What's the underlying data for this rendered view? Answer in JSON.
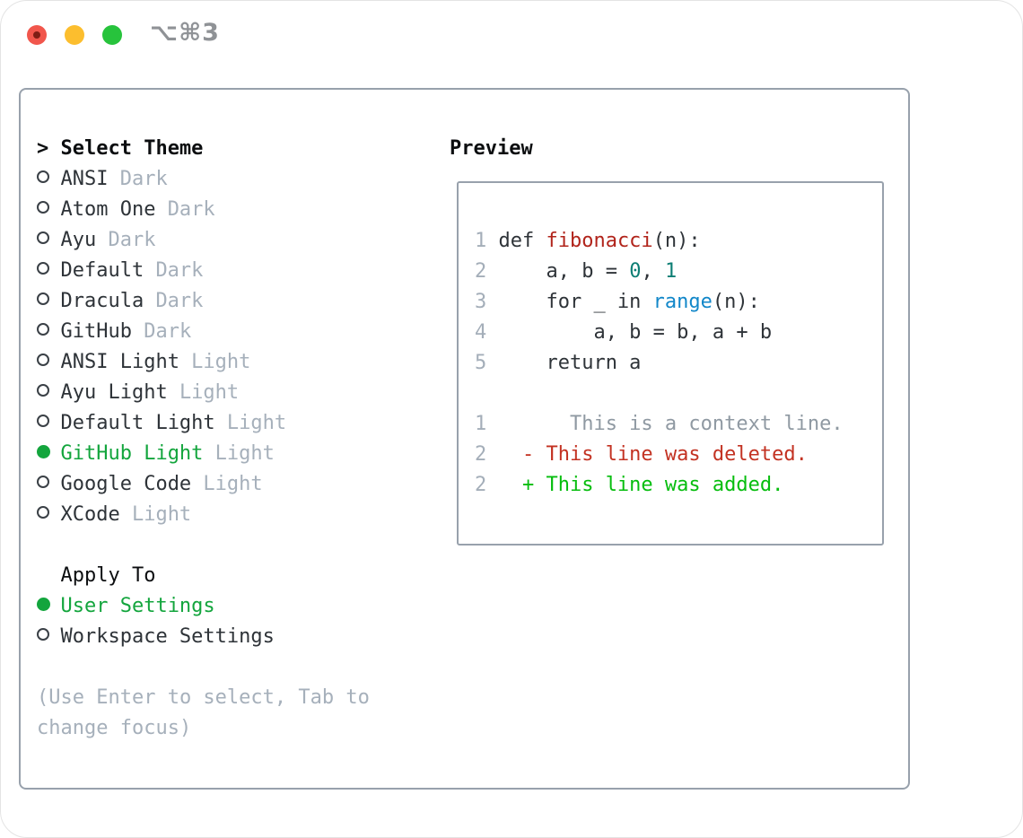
{
  "window": {
    "title": "⌥⌘3",
    "traffic_lights": [
      "close",
      "minimize",
      "zoom"
    ]
  },
  "colors": {
    "accent_green": "#13a53d",
    "added_green": "#06bd0e",
    "deleted_red": "#c33222",
    "function_red": "#b1241b",
    "number_teal": "#0d7e74",
    "builtin_blue": "#1287c9",
    "muted_gray": "#a6b0bb",
    "border_gray": "#98a1ac",
    "text_dark": "#2e3338"
  },
  "theme_panel": {
    "header_marker": ">",
    "header": "Select Theme",
    "items": [
      {
        "name": "ANSI",
        "variant": "Dark",
        "selected": false
      },
      {
        "name": "Atom One",
        "variant": "Dark",
        "selected": false
      },
      {
        "name": "Ayu",
        "variant": "Dark",
        "selected": false
      },
      {
        "name": "Default",
        "variant": "Dark",
        "selected": false
      },
      {
        "name": "Dracula",
        "variant": "Dark",
        "selected": false
      },
      {
        "name": "GitHub",
        "variant": "Dark",
        "selected": false
      },
      {
        "name": "ANSI Light",
        "variant": "Light",
        "selected": false
      },
      {
        "name": "Ayu Light",
        "variant": "Light",
        "selected": false
      },
      {
        "name": "Default Light",
        "variant": "Light",
        "selected": false
      },
      {
        "name": "GitHub Light",
        "variant": "Light",
        "selected": true
      },
      {
        "name": "Google Code",
        "variant": "Light",
        "selected": false
      },
      {
        "name": "XCode",
        "variant": "Light",
        "selected": false
      }
    ],
    "apply_to": {
      "header": "Apply To",
      "options": [
        {
          "label": "User Settings",
          "selected": true
        },
        {
          "label": "Workspace Settings",
          "selected": false
        }
      ]
    },
    "help_text": "(Use Enter to select, Tab to change focus)"
  },
  "preview_panel": {
    "header": "Preview",
    "lines": [
      {
        "num": "1",
        "segs": [
          {
            "t": "def ",
            "c": "d"
          },
          {
            "t": "fibonacci",
            "c": "r"
          },
          {
            "t": "(n):",
            "c": "d"
          }
        ]
      },
      {
        "num": "2",
        "segs": [
          {
            "t": "    a, b = ",
            "c": "d"
          },
          {
            "t": "0",
            "c": "t"
          },
          {
            "t": ", ",
            "c": "d"
          },
          {
            "t": "1",
            "c": "t"
          }
        ]
      },
      {
        "num": "3",
        "segs": [
          {
            "t": "    for _ in ",
            "c": "d"
          },
          {
            "t": "range",
            "c": "b"
          },
          {
            "t": "(n):",
            "c": "d"
          }
        ]
      },
      {
        "num": "4",
        "segs": [
          {
            "t": "        a, b = b, a + b",
            "c": "d"
          }
        ]
      },
      {
        "num": "5",
        "segs": [
          {
            "t": "    return a",
            "c": "d"
          }
        ]
      },
      {
        "num": "",
        "segs": []
      },
      {
        "num": "1",
        "segs": [
          {
            "t": "      This is a context line.",
            "c": "ctx"
          }
        ]
      },
      {
        "num": "2",
        "segs": [
          {
            "t": "  - This line was deleted.",
            "c": "del"
          }
        ]
      },
      {
        "num": "2",
        "segs": [
          {
            "t": "  + This line was added.",
            "c": "add"
          }
        ]
      }
    ]
  }
}
